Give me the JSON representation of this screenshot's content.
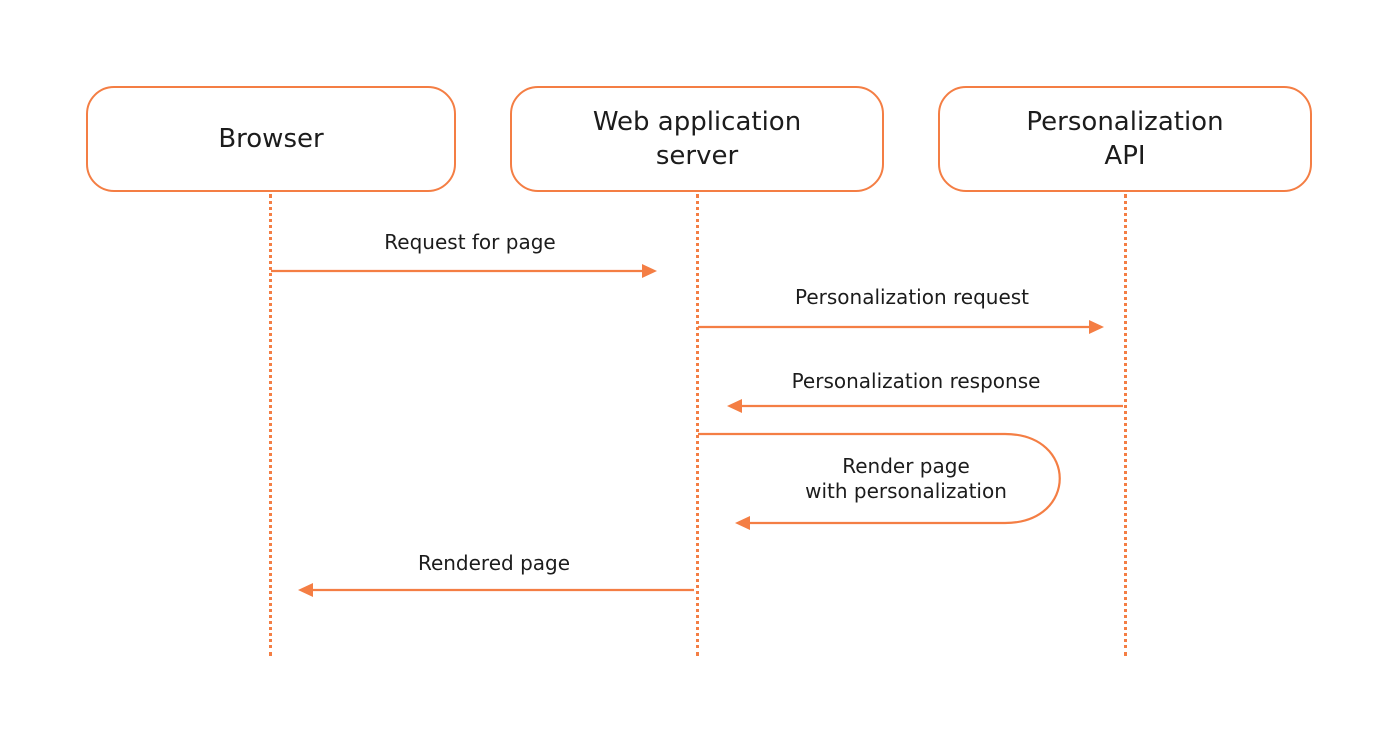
{
  "accent_color": "#f47e44",
  "participants": [
    {
      "id": "browser",
      "label": "Browser"
    },
    {
      "id": "server",
      "label": "Web application\nserver"
    },
    {
      "id": "api",
      "label": "Personalization\nAPI"
    }
  ],
  "messages": [
    {
      "from": "browser",
      "to": "server",
      "label": "Request for page"
    },
    {
      "from": "server",
      "to": "api",
      "label": "Personalization request"
    },
    {
      "from": "api",
      "to": "server",
      "label": "Personalization response"
    },
    {
      "from": "server",
      "to": "server",
      "label": "Render page\nwith personalization"
    },
    {
      "from": "server",
      "to": "browser",
      "label": "Rendered page"
    }
  ]
}
